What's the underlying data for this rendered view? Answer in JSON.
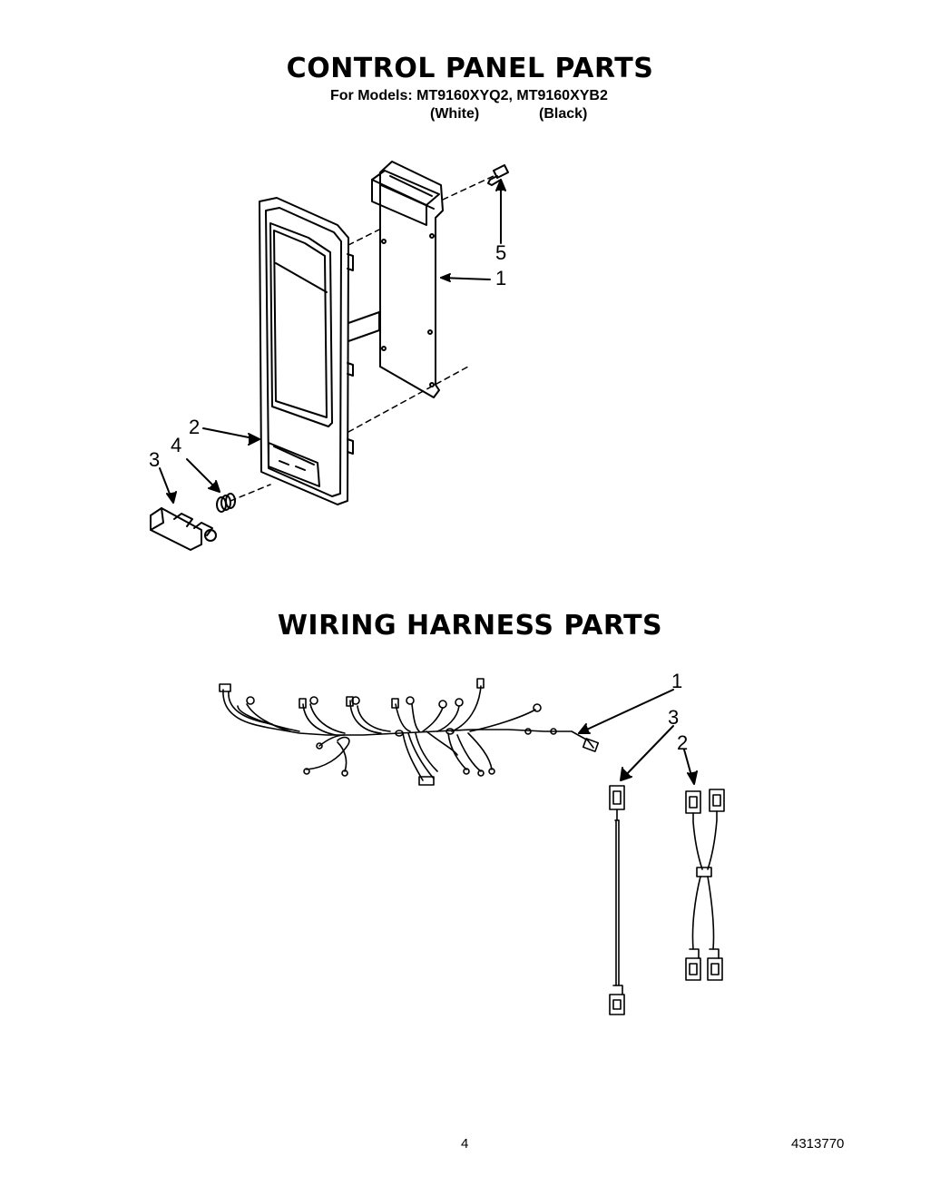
{
  "control_panel": {
    "title": "CONTROL PANEL PARTS",
    "models_line": "For Models: MT9160XYQ2, MT9160XYB2",
    "variant_white": "(White)",
    "variant_black": "(Black)",
    "callouts": [
      "5",
      "1",
      "2",
      "4",
      "3"
    ]
  },
  "wiring_harness": {
    "title": "WIRING HARNESS PARTS",
    "callouts": [
      "1",
      "3",
      "2"
    ]
  },
  "footer": {
    "page_number": "4",
    "document_number": "4313770"
  }
}
